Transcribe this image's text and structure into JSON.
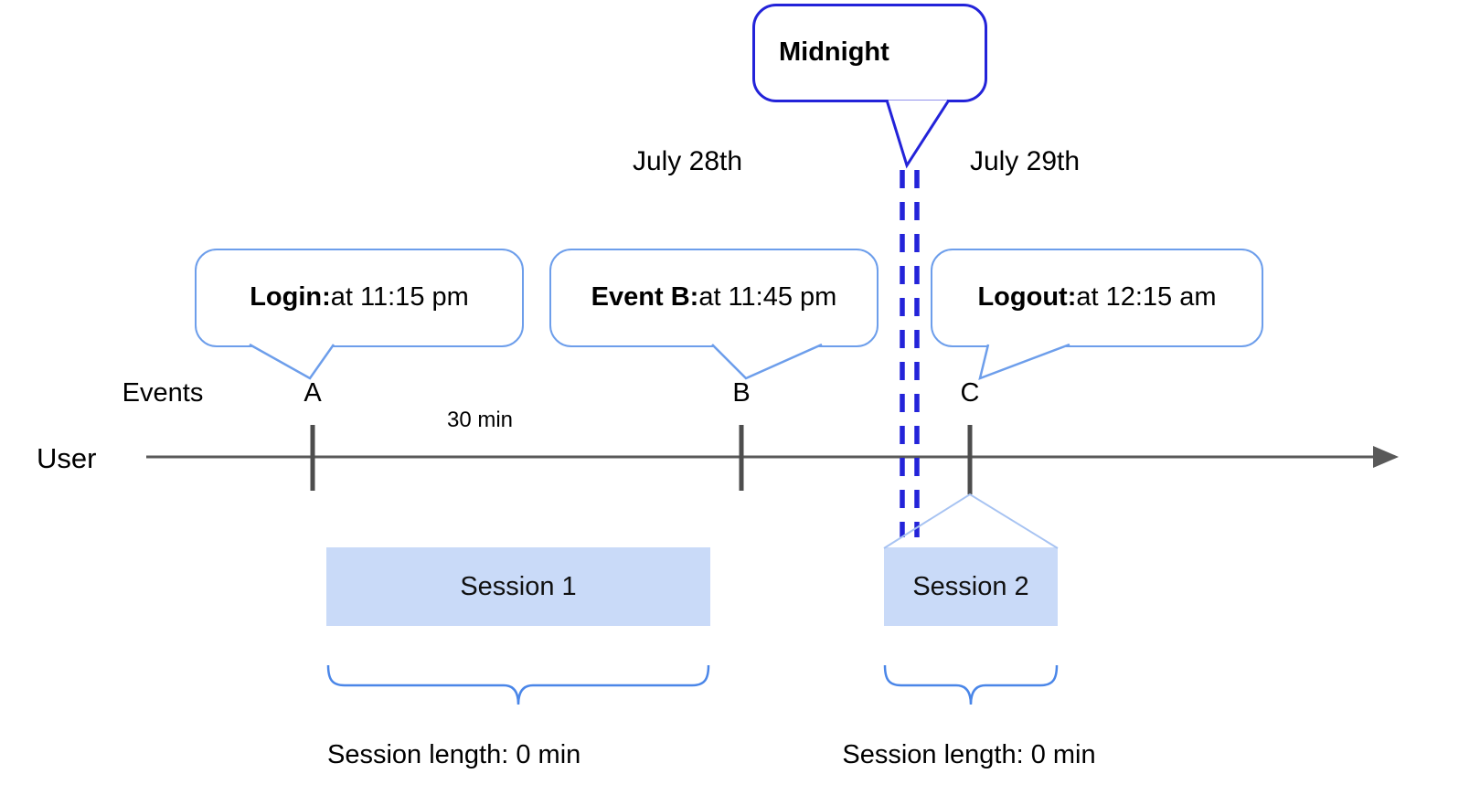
{
  "midnight_callout": {
    "label": "Midnight"
  },
  "dates": {
    "left": "July 28th",
    "right": "July 29th"
  },
  "event_callouts": [
    {
      "title": "Login:",
      "detail": " at 11:15 pm",
      "marker": "A"
    },
    {
      "title": "Event B:",
      "detail": " at 11:45 pm",
      "marker": "B"
    },
    {
      "title": "Logout:",
      "detail": " at 12:15 am",
      "marker": "C"
    }
  ],
  "timeline": {
    "axis_label": "User",
    "events_label": "Events",
    "interval_label": "30 min",
    "event_markers": [
      "A",
      "B",
      "C"
    ]
  },
  "sessions": [
    {
      "label": "Session 1",
      "length_label": "Session length: 0 min"
    },
    {
      "label": "Session 2",
      "length_label": "Session length: 0 min"
    }
  ],
  "colors": {
    "midnight_blue": "#2323d9",
    "callout_border_blue": "#6d9eeb",
    "brace_blue": "#4a86e8",
    "funnel_blue": "#a7c3f2",
    "session_fill": "#c9daf8",
    "axis_gray": "#595959"
  }
}
